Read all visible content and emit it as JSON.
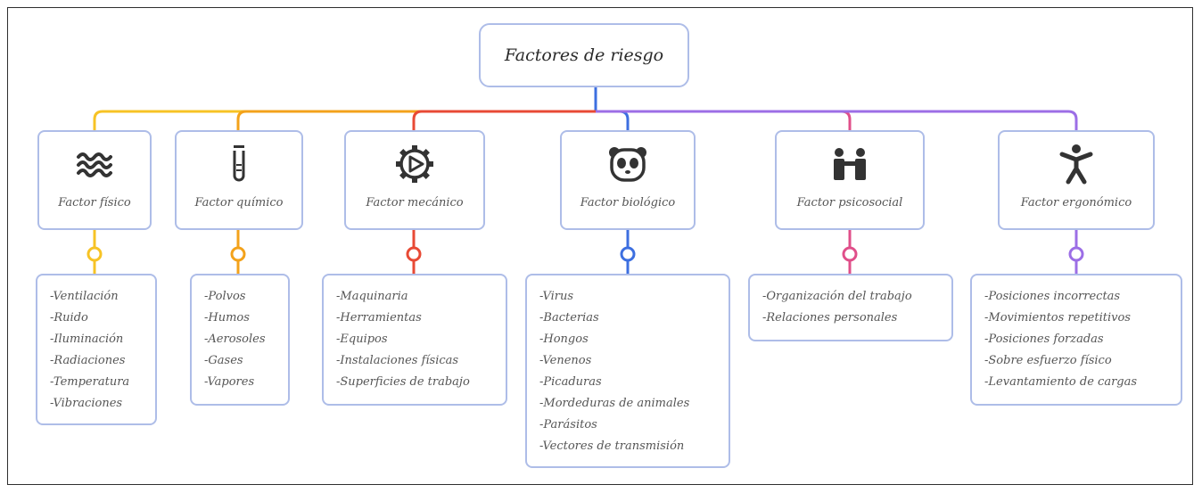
{
  "root": {
    "title": "Factores de riesgo"
  },
  "colors": {
    "border": "#aebde8",
    "fisico": "#f7c325",
    "quimico": "#f3a21b",
    "mecanico": "#e84a35",
    "biologico": "#3d6fe0",
    "psicosocial": "#e04f8a",
    "ergonomico": "#9c6ee6"
  },
  "factors": [
    {
      "label": "Factor físico",
      "icon": "water-waves-icon",
      "items": [
        "-Ventilación",
        "-Ruido",
        "-Iluminación",
        "-Radiaciones",
        "-Temperatura",
        "-Vibraciones"
      ]
    },
    {
      "label": "Factor químico",
      "icon": "test-tube-icon",
      "items": [
        "-Polvos",
        "-Humos",
        "-Aerosoles",
        "-Gases",
        "-Vapores"
      ]
    },
    {
      "label": "Factor mecánico",
      "icon": "gear-play-icon",
      "items": [
        "-Maquinaria",
        "-Herramientas",
        "-Equipos",
        "-Instalaciones físicas",
        "-Superficies de trabajo"
      ]
    },
    {
      "label": "Factor biológico",
      "icon": "panda-face-icon",
      "items": [
        "-Virus",
        "-Bacterias",
        "-Hongos",
        "-Venenos",
        "-Picaduras",
        "-Mordeduras de animales",
        "-Parásitos",
        "-Vectores de transmisión"
      ]
    },
    {
      "label": "Factor psicosocial",
      "icon": "people-meeting-icon",
      "items": [
        "-Organización del trabajo",
        "-Relaciones personales"
      ]
    },
    {
      "label": "Factor ergonómico",
      "icon": "person-stretch-icon",
      "items": [
        "-Posiciones incorrectas",
        "-Movimientos repetitivos",
        "-Posiciones forzadas",
        "-Sobre esfuerzo físico",
        "-Levantamiento de cargas"
      ]
    }
  ]
}
